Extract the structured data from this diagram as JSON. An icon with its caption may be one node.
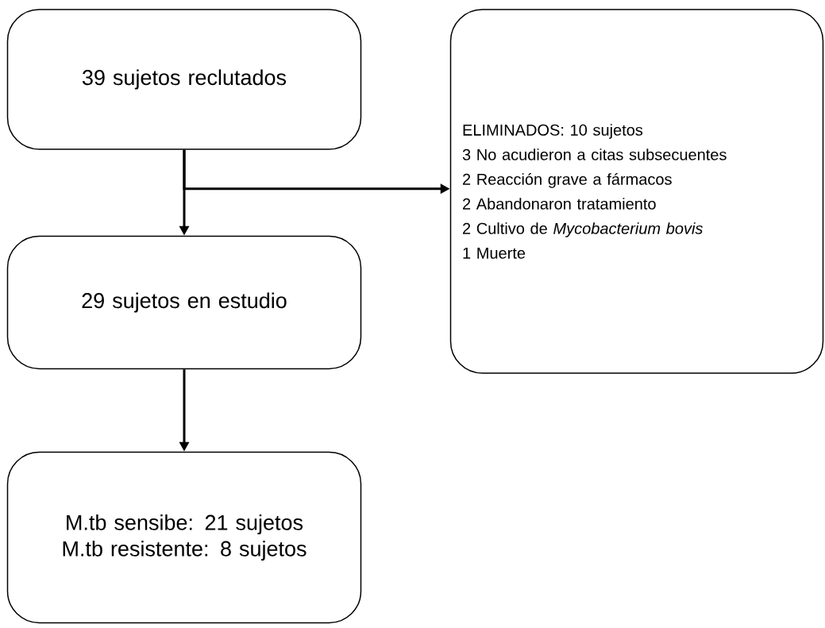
{
  "diagram": {
    "nodes": [
      {
        "text": [
          "39 sujetos reclutados"
        ]
      },
      {
        "text": [
          "29 sujetos en estudio"
        ]
      },
      {
        "text": [
          "M.tb sensibe: 21 sujetos",
          "M.tb resistente: 8 sujetos"
        ]
      },
      {
        "text": [
          "ELIMINADOS: 10 sujetos",
          "3 No acudieron a citas subsecuentes",
          "2 Reacción grave a fármacos",
          "2 Abandonaron tratamiento",
          "2 Cultivo de *Mycobacterium bovis*",
          "1 Muerte"
        ]
      }
    ],
    "edges": [
      {
        "from": 0,
        "to": 1,
        "arrow": "to"
      },
      {
        "from": 0,
        "to": 3,
        "arrow": "to"
      },
      {
        "from": 1,
        "to": 2,
        "arrow": "to"
      }
    ]
  }
}
